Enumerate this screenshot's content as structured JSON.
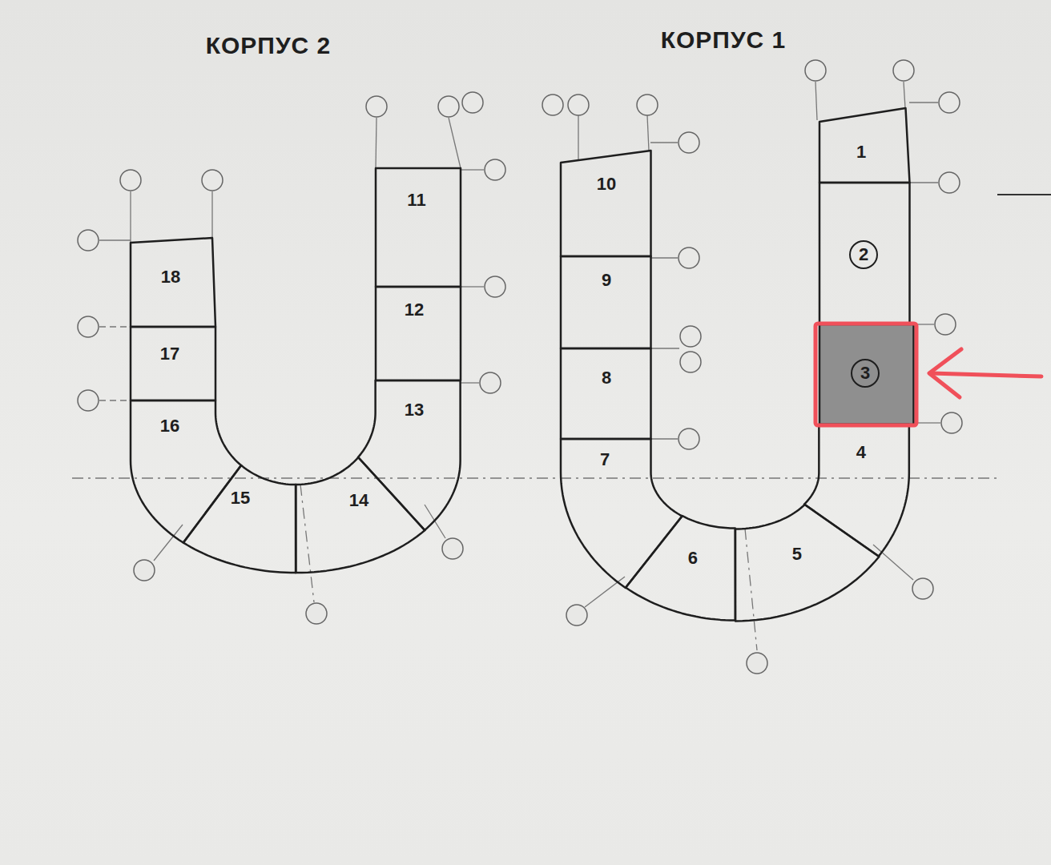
{
  "diagram": {
    "nodes": [
      {
        "text": [
          "1"
        ]
      },
      {
        "text": [
          "2"
        ]
      },
      {
        "text": [
          "3"
        ]
      },
      {
        "text": [
          "4"
        ]
      },
      {
        "text": [
          "5"
        ]
      },
      {
        "text": [
          "6"
        ]
      },
      {
        "text": [
          "7"
        ]
      },
      {
        "text": [
          "8"
        ]
      },
      {
        "text": [
          "9"
        ]
      },
      {
        "text": [
          "10"
        ]
      },
      {
        "text": [
          "11"
        ]
      },
      {
        "text": [
          "12"
        ]
      },
      {
        "text": [
          "13"
        ]
      },
      {
        "text": [
          "14"
        ]
      },
      {
        "text": [
          "15"
        ]
      },
      {
        "text": [
          "16"
        ]
      },
      {
        "text": [
          "17"
        ]
      },
      {
        "text": [
          "18"
        ]
      }
    ],
    "labels": [
      "КОРПУС 1",
      "КОРПУС 2"
    ]
  }
}
